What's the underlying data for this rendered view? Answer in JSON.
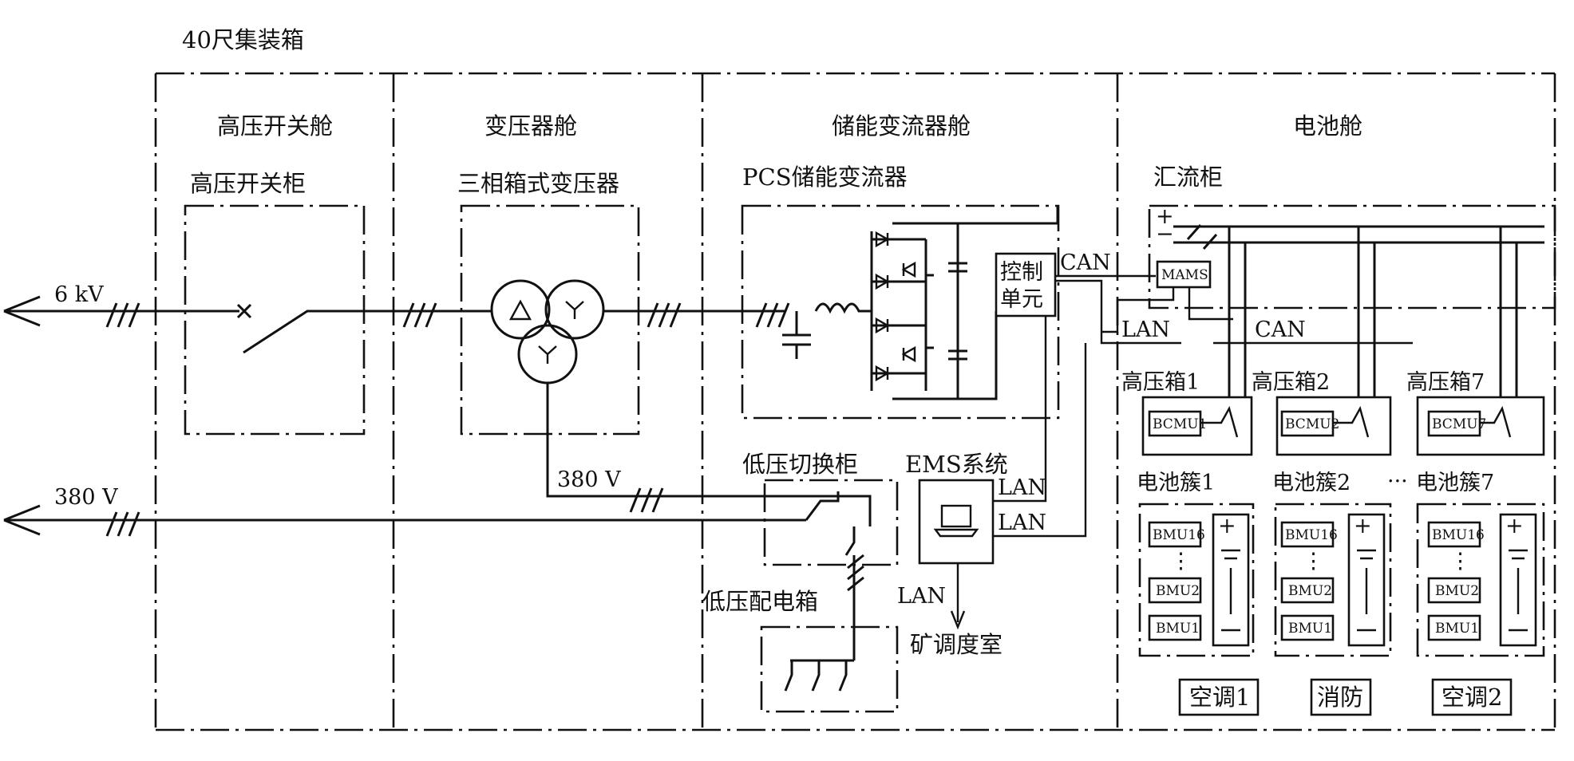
{
  "container_title": "40尺集装箱",
  "sections": {
    "hv_switch": "高压开关舱",
    "transformer": "变压器舱",
    "pcs": "储能变流器舱",
    "battery": "电池舱"
  },
  "components": {
    "hv_cabinet": "高压开关柜",
    "transformer": "三相箱式变压器",
    "pcs": "PCS储能变流器",
    "combiner": "汇流柜",
    "control_unit_1": "控制",
    "control_unit_2": "单元",
    "lv_switch": "低压切换柜",
    "ems": "EMS系统",
    "lv_dist": "低压配电箱",
    "dispatch": "矿调度室",
    "mams": "MAMS"
  },
  "signals": {
    "kv6": "6 kV",
    "v380_left": "380 V",
    "v380_mid": "380 V",
    "can1": "CAN",
    "can2": "CAN",
    "lan1": "LAN",
    "lan2": "LAN",
    "lan3": "LAN",
    "lan4": "LAN",
    "plus": "+",
    "minus": "−"
  },
  "hv_boxes": [
    "高压箱1",
    "高压箱2",
    "高压箱7"
  ],
  "bcmu": [
    "BCMU1",
    "BCMU2",
    "BCMU7"
  ],
  "clusters": [
    "电池簇1",
    "电池簇2",
    "电池簇7"
  ],
  "cluster_ellipsis": "···",
  "bmu_top": "BMU16",
  "bmu_mid": "BMU2",
  "bmu_bot": "BMU1",
  "vdots": "⋮",
  "bottom": {
    "ac1": "空调1",
    "fire": "消防",
    "ac2": "空调2"
  }
}
